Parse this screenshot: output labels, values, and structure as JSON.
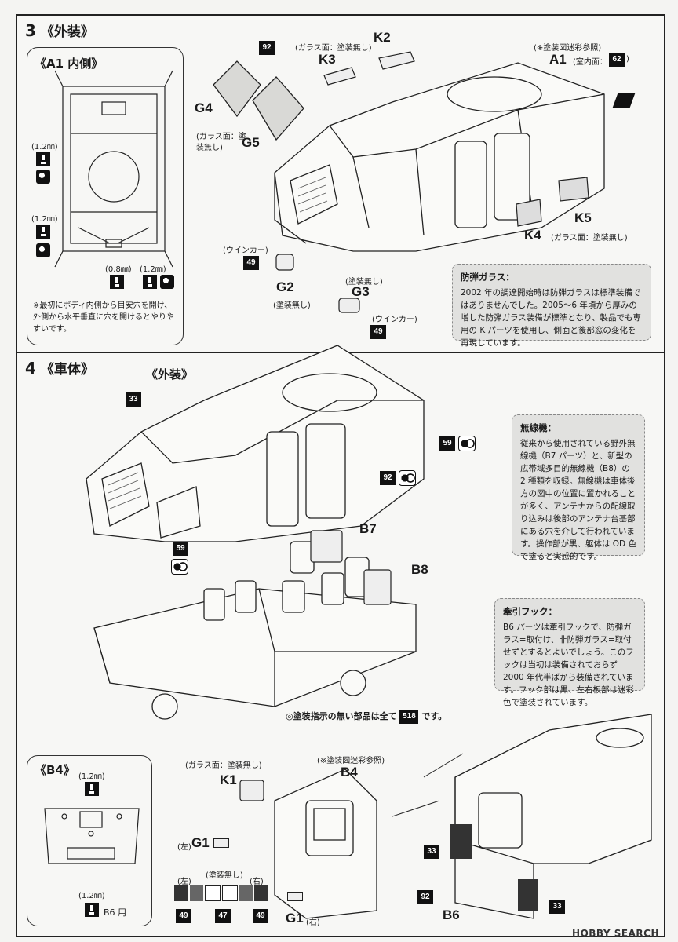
{
  "step3": {
    "number": "3",
    "title": "《外装》",
    "inset_title": "《A1 内側》",
    "inset_mm": [
      "(1.2㎜)",
      "(1.2㎜)",
      "(0.8㎜)",
      "(1.2㎜)"
    ],
    "inset_note": "※最初にボディ内側から目安穴を開け、外側から水平垂直に穴を開けるとやりやすいです。",
    "labels": {
      "glass_no_paint_top": "(ガラス面：塗装無し)",
      "glass_no_paint_left": "(ガラス面：塗装無し)",
      "paint_ref": "(※塗装図迷彩参照)",
      "interior": "(室内面：",
      "interior_close": ")",
      "winker_1": "(ウインカー)",
      "winker_2": "(ウインカー)",
      "no_paint_g2": "(塗装無し)",
      "no_paint_g3": "(塗装無し)",
      "glass_no_paint_k4": "(ガラス面：塗装無し)"
    },
    "parts": {
      "k2": "K2",
      "k3": "K3",
      "a1": "A1",
      "g4": "G4",
      "g5": "G5",
      "k5": "K5",
      "k4": "K4",
      "g2": "G2",
      "g3": "G3"
    },
    "paints": {
      "p92": "92",
      "p62": "62",
      "p49a": "49",
      "p49b": "49"
    },
    "note": {
      "title": "防弾ガラス：",
      "body": "2002 年の調達開始時は防弾ガラスは標準装備ではありませんでした。2005～6 年頃から厚みの増した防弾ガラス装備が標準となり、製品でも専用の K パーツを使用し、側面と後部窓の変化を再現しています。"
    }
  },
  "step4": {
    "number": "4",
    "title": "《車体》",
    "sub_title": "《外装》",
    "parts": {
      "b7": "B7",
      "b8": "B8",
      "b4": "B4",
      "k1": "K1",
      "g1_left": "G1",
      "g1_right": "G1",
      "b6": "B6"
    },
    "labels": {
      "g1_left_side": "(左)",
      "g1_right_side": "(右)",
      "glass_no_paint": "(ガラス面：塗装無し)",
      "paint_ref": "(※塗装図迷彩参照)",
      "left": "(左)",
      "right": "(右)",
      "no_paint": "(塗装無し)",
      "b6_use": "B6 用",
      "mm_top": "(1.2㎜)",
      "mm_bottom": "(1.2㎜)"
    },
    "inset_title": "《B4》",
    "paints": {
      "p33a": "33",
      "p59a": "59",
      "p92a": "92",
      "p59b": "59",
      "p49a": "49",
      "p47": "47",
      "p49b": "49",
      "p33b": "33",
      "p33c": "33",
      "p92b": "92",
      "p518": "518"
    },
    "instruction_prefix": "◎塗装指示の無い部品は全て",
    "instruction_suffix": "です。",
    "note_radio": {
      "title": "無線機：",
      "body": "従来から使用されている野外無線機（B7 パーツ）と、新型の広帯域多目的無線機（B8）の 2 種類を収録。無線機は車体後方の図中の位置に置かれることが多く、アンテナからの配線取り込みは後部のアンテナ台基部にある穴を介して行われています。操作部が黒、躯体は OD 色で塗ると実感的です。"
    },
    "note_hook": {
      "title": "牽引フック：",
      "body": "B6 パーツは牽引フックで、防弾ガラス=取付け、非防弾ガラス=取付せずとするとよいでしょう。このフックは当初は装備されておらず 2000 年代半ばから装備されています。フック部は黒、左右板部は迷彩色で塗装されています。"
    }
  },
  "footer": {
    "brand": "HOBBY SEARCH"
  },
  "colors": {
    "ink": "#1a1a1a",
    "note_bg": "#e1e1df",
    "paper": "#f7f7f5"
  }
}
